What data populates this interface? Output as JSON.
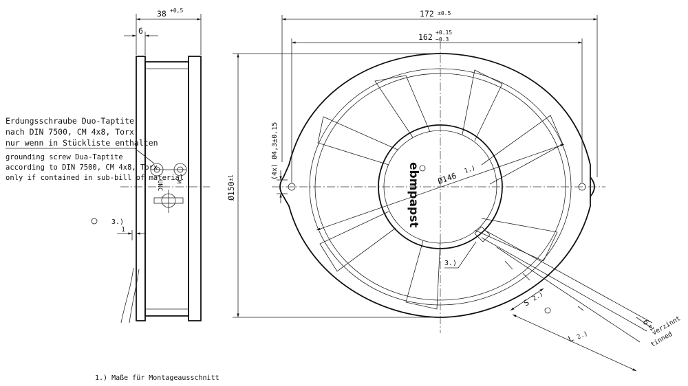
{
  "side_view": {
    "depth_dim": "38",
    "depth_tol": "+0,5",
    "flange_dim": "6",
    "note_ref": "3.)",
    "note_dim": "1",
    "label_unc": "UNC",
    "label_m": "M",
    "height_dim": "Ø150",
    "height_tol": "±1"
  },
  "grounding_note": {
    "de_line1": "Erdungsschraube Duo-Taptite",
    "de_line2": "nach DIN 7500, CM 4x8, Torx",
    "de_line3": "nur wenn in Stückliste enthalten",
    "en_line1": "grounding screw Dua-Taptite",
    "en_line2": "according to DIN 7500, CM 4x8, Torx",
    "en_line3": "only if contained in sub-bill of material"
  },
  "front_view": {
    "width_dim": "172",
    "width_tol": "±0.5",
    "hole_spacing_dim": "162",
    "hole_spacing_tol_upper": "+0.15",
    "hole_spacing_tol_lower": "−0.3",
    "hole_dim": "(4x) Ø4,3±0.15",
    "cutout_dim": "Ø146",
    "cutout_ref": "1.)",
    "logo": "ebmpapst",
    "cable_ref": "3.)",
    "strip_dim": "S",
    "strip_ref": "2.)",
    "length_dim": "L",
    "length_ref": "2.)",
    "tinned_dim": "6",
    "tinned_tol": "±1",
    "tinned_de": "verzinnt",
    "tinned_en": "tinned"
  },
  "footnotes": {
    "note1": "1.) Maße für Montageausschnitt"
  }
}
